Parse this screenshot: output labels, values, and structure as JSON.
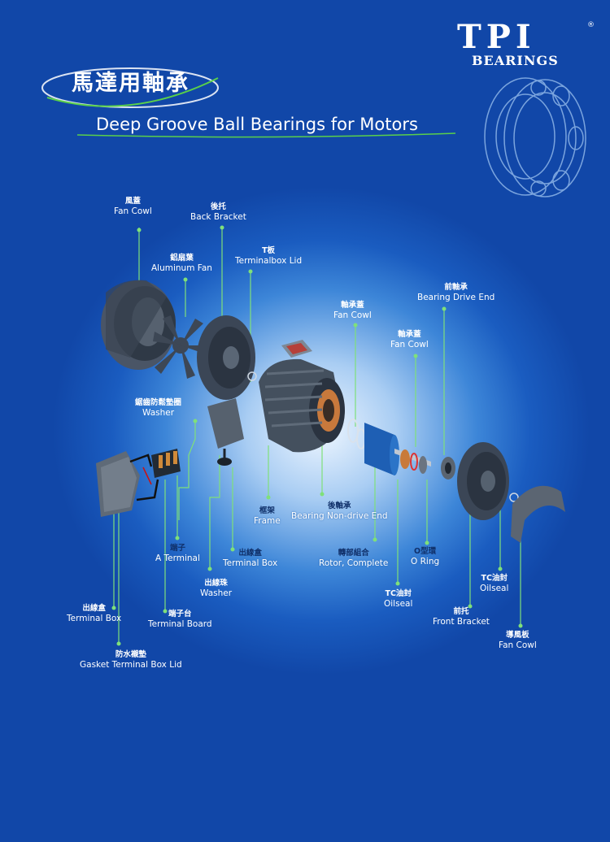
{
  "brand": {
    "name": "TPI",
    "sub": "BEARINGS",
    "reg": "®"
  },
  "title": {
    "zh": "馬達用軸承",
    "en": "Deep Groove Ball Bearings for Motors"
  },
  "labels": {
    "fan_cowl_rear": {
      "zh": "風蓋",
      "en": "Fan Cowl"
    },
    "back_bracket": {
      "zh": "後托",
      "en": "Back Bracket"
    },
    "aluminum_fan": {
      "zh": "鋁扇葉",
      "en": "Aluminum Fan"
    },
    "terminalbox_lid": {
      "zh": "T板",
      "en": "Terminalbox Lid"
    },
    "bearing_drive_end": {
      "zh": "前軸承",
      "en": "Bearing Drive End"
    },
    "fan_cowl_cap1": {
      "zh": "軸承蓋",
      "en": "Fan Cowl"
    },
    "fan_cowl_cap2": {
      "zh": "軸承蓋",
      "en": "Fan Cowl"
    },
    "washer_top": {
      "zh": "鋸齒防鬆墊圈",
      "en": "Washer"
    },
    "frame": {
      "zh": "框架",
      "en": "Frame"
    },
    "bearing_non_drive": {
      "zh": "後軸承",
      "en": "Bearing Non-drive End"
    },
    "a_terminal": {
      "zh": "端子",
      "en": "A Terminal"
    },
    "terminal_box_out": {
      "zh": "出線盒",
      "en": "Terminal Box"
    },
    "rotor_complete": {
      "zh": "轉部組合",
      "en": "Rotor, Complete"
    },
    "o_ring": {
      "zh": "O型環",
      "en": "O Ring"
    },
    "washer_bottom": {
      "zh": "出線珠",
      "en": "Washer"
    },
    "oilseal_tc": {
      "zh": "TC油封",
      "en": "Oilseal"
    },
    "oilseal_right": {
      "zh": "TC油封",
      "en": "Oilseal"
    },
    "terminal_box": {
      "zh": "出線盒",
      "en": "Terminal Box"
    },
    "terminal_board": {
      "zh": "端子台",
      "en": "Terminal Board"
    },
    "front_bracket": {
      "zh": "前托",
      "en": "Front Bracket"
    },
    "fan_cowl_front": {
      "zh": "導風板",
      "en": "Fan Cowl"
    },
    "gasket": {
      "zh": "防水襯墊",
      "en": "Gasket Terminal Box Lid"
    }
  },
  "colors": {
    "background": "#1a5cc0",
    "leader": "#7fe07a",
    "part": "#3a4a5c",
    "copper": "#c87a3a"
  }
}
